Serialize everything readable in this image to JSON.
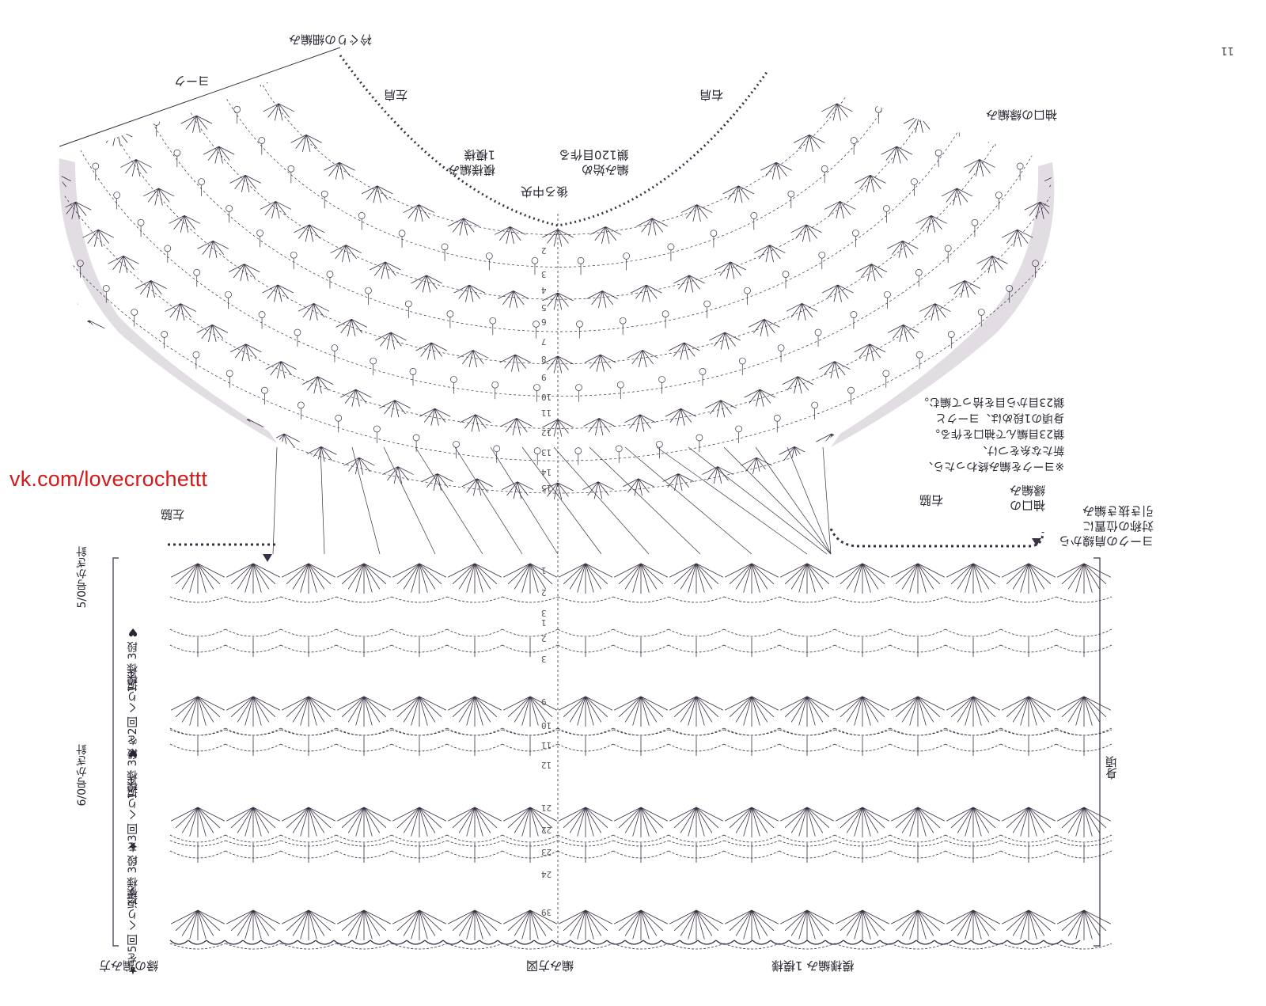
{
  "watermark": "vk.com/lovecrochettt",
  "page_number": "11",
  "yoke": {
    "title": "ヨーク",
    "neck_edging": "衿ぐりの細編み",
    "left_shoulder": "左肩",
    "right_shoulder": "右肩",
    "sleeve_edging": "袖口の縁編み",
    "center_back": "後ろ中央",
    "start_note_line1": "編み始め",
    "start_note_line2": "鎖120目作る",
    "pattern_note_line1": "模様編み",
    "pattern_note_line2": "1模様",
    "row_numbers": [
      "2",
      "3",
      "4",
      "5",
      "6",
      "7",
      "8",
      "9",
      "10",
      "11",
      "12",
      "13",
      "14",
      "15"
    ]
  },
  "connection": {
    "left_armhole": "左脇",
    "right_armhole": "右脇",
    "armhole_edging_line1": "袖口の",
    "armhole_edging_line2": "縁編み",
    "from_shoulder_line1": "ヨークの肩線から",
    "from_shoulder_line2": "対称の位置に",
    "from_shoulder_line3": "引き抜き編み",
    "note_lines": [
      "※ヨークを編み終わったら、",
      "新たな糸をつけ、",
      "鎖23目編んで袖口を作る。",
      "身頃の1段めは、ヨークと",
      "鎖23目から目を拾って編む。"
    ]
  },
  "body": {
    "title": "身頃",
    "footer_left": "縁の編み方",
    "footer_center": "編み方図",
    "footer_right": "模様編み 1模様",
    "side_groups": [
      {
        "label": "5/0号かぎ針",
        "sub": ""
      },
      {
        "label": "1模様",
        "sub": "3段 ♥"
      },
      {
        "label": "♥を2回",
        "sub": "くり返す"
      },
      {
        "label": "1模様",
        "sub": "3段 ♡"
      },
      {
        "label": "♡を3回",
        "sub": "くり返す"
      },
      {
        "label": "6/0号かぎ針",
        "sub": ""
      },
      {
        "label": "1模様",
        "sub": "3段 ★"
      },
      {
        "label": "★を5回",
        "sub": "くり返す"
      }
    ],
    "row_numbers": [
      "1",
      "2",
      "3",
      "1",
      "2",
      "3",
      "9",
      "10",
      "11",
      "12",
      "21",
      "22",
      "23",
      "24",
      "39"
    ]
  },
  "colors": {
    "ink": "#3a2f44",
    "edge_shade": "#d9d4dc",
    "watermark": "#d11a1a"
  }
}
